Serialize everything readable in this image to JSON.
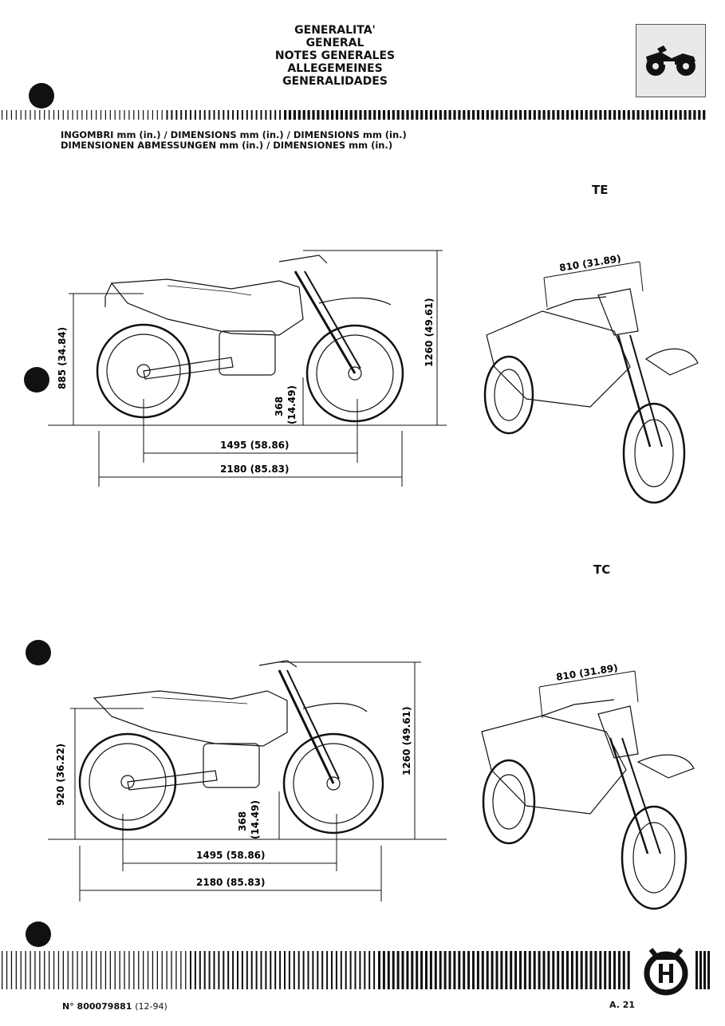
{
  "header": {
    "titles": [
      "GENERALITA'",
      "GENERAL",
      "NOTES GENERALES",
      "ALLEGEMEINES",
      "GENERALIDADES"
    ],
    "section_icon": "motorcycle-icon"
  },
  "dimensions_heading": {
    "line1": "INGOMBRI mm (in.) / DIMENSIONS mm (in.) / DIMENSIONS mm (in.)",
    "line2": "DIMENSIONEN ABMESSUNGEN mm (in.) / DIMENSIONES mm (in.)"
  },
  "models": [
    {
      "tag": "TE",
      "seat_height": "885 (34.84)",
      "ground_clearance_mm": "368",
      "ground_clearance_in": "(14.49)",
      "overall_height": "1260 (49.61)",
      "wheelbase": "1495 (58.86)",
      "overall_length": "2180 (85.83)",
      "handlebar_width": "810 (31.89)"
    },
    {
      "tag": "TC",
      "seat_height": "920 (36.22)",
      "ground_clearance_mm": "368",
      "ground_clearance_in": "(14.49)",
      "overall_height": "1260 (49.61)",
      "wheelbase": "1495 (58.86)",
      "overall_length": "2180 (85.83)",
      "handlebar_width": "810 (31.89)"
    }
  ],
  "footer": {
    "doc_number": "N° 800079881",
    "date": "(12-94)",
    "page": "A. 21",
    "brand_logo": "husqvarna-logo"
  }
}
